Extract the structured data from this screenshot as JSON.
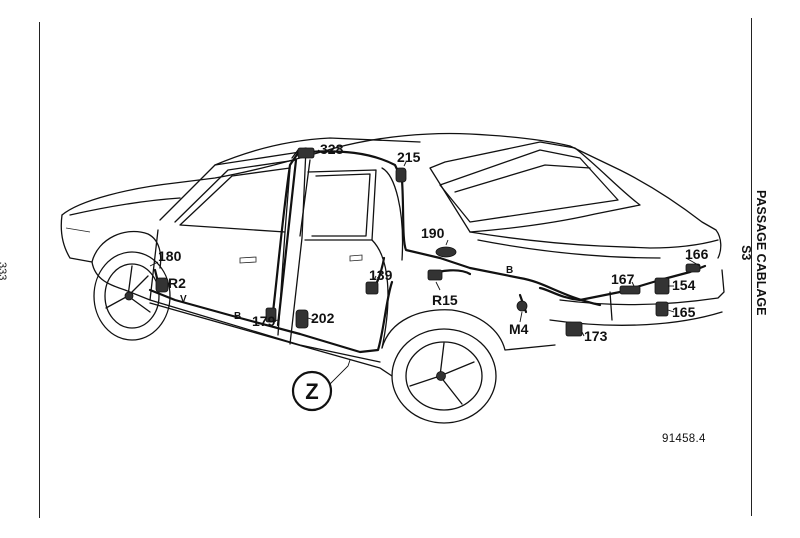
{
  "page": {
    "page_number": "333",
    "section_title": "PASSAGE CABLAGE",
    "section_code": "S3",
    "figure_ref": "91458.4"
  },
  "diagram": {
    "zone_label": "Z",
    "labels": {
      "l328": "328",
      "l215": "215",
      "l180": "180",
      "lR2": "R2",
      "lV": "V",
      "l190": "190",
      "l139": "139",
      "lR15": "R15",
      "lB1": "B",
      "lB2": "B",
      "l179": "179",
      "l202": "202",
      "lM4": "M4",
      "l173": "173",
      "l167": "167",
      "l166": "166",
      "l154": "154",
      "l165": "165"
    }
  }
}
